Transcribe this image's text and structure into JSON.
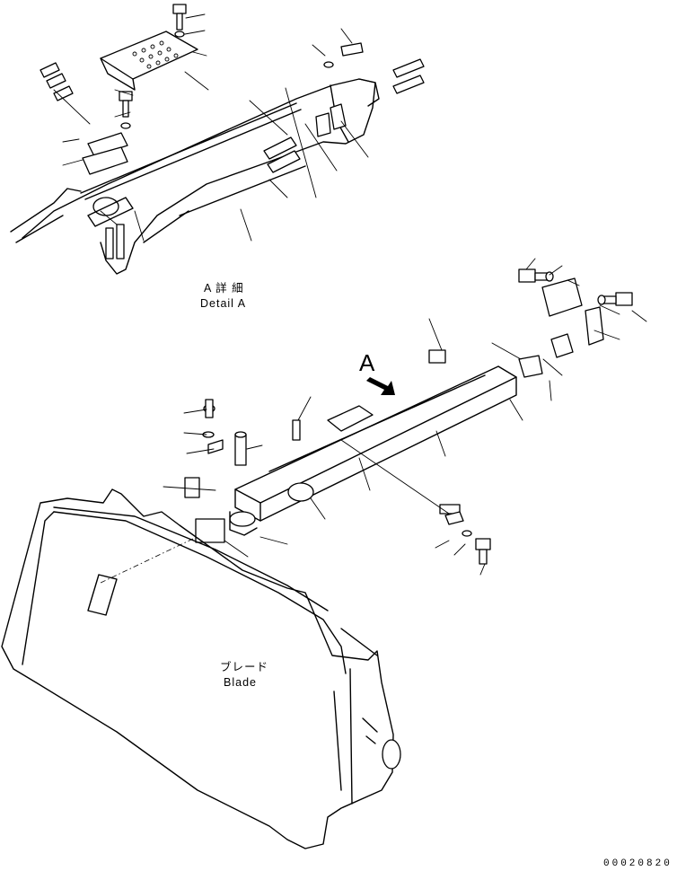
{
  "labels": {
    "detail_jp": "A 詳 細",
    "detail_en": "Detail A",
    "view_marker": "A",
    "blade_jp": "ブレード",
    "blade_en": "Blade",
    "drawing_code": "00020820"
  },
  "icons": {
    "view_arrow": "view-direction-arrow-icon"
  }
}
